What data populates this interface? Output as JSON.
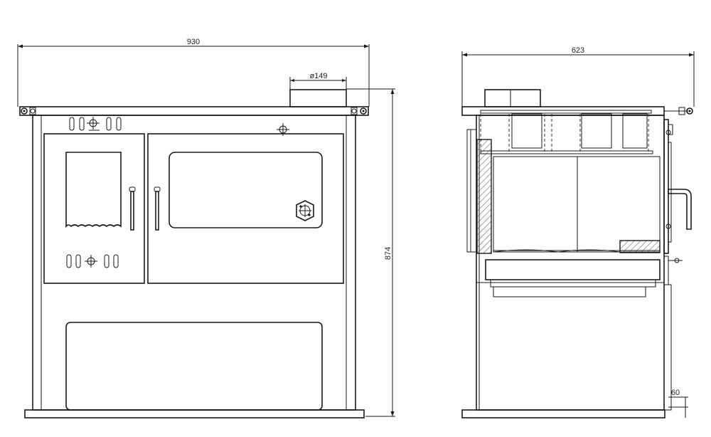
{
  "dimensions": {
    "front_width": "930",
    "flue_diameter": "ø149",
    "height": "874",
    "side_depth": "623",
    "foot_height": "60"
  }
}
